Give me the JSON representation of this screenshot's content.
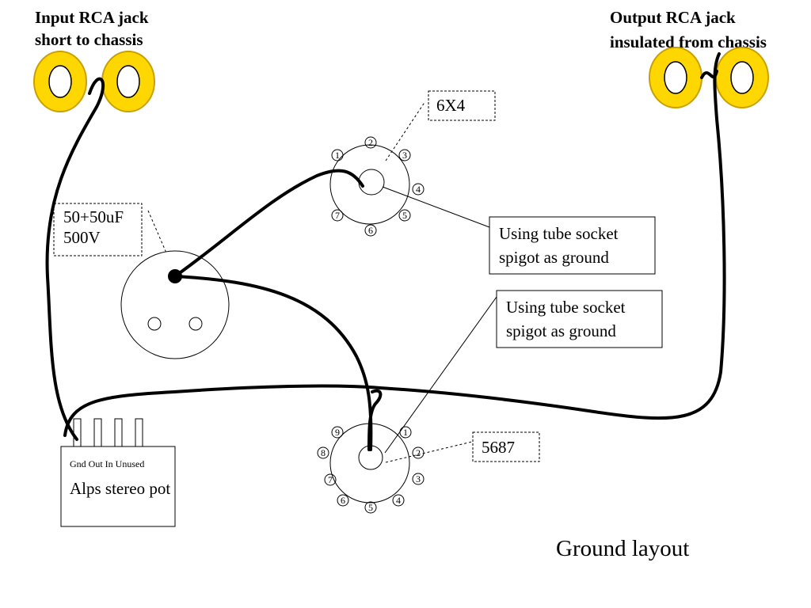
{
  "input_jack": {
    "line1": "Input RCA jack",
    "line2": "short to chassis"
  },
  "output_jack": {
    "line1": "Output RCA jack",
    "line2": "insulated from chassis"
  },
  "tube_6x4": {
    "label": "6X4",
    "pins": [
      "1",
      "2",
      "3",
      "4",
      "5",
      "6",
      "7"
    ],
    "note_line1": "Using tube socket",
    "note_line2": "spigot as ground"
  },
  "capacitor": {
    "line1": "50+50uF",
    "line2": "500V"
  },
  "tube_5687": {
    "label": "5687",
    "pins": [
      "1",
      "2",
      "3",
      "4",
      "5",
      "6",
      "7",
      "8",
      "9"
    ],
    "note_line1": "Using tube socket",
    "note_line2": "spigot as ground"
  },
  "pot": {
    "pins_caption": "Gnd Out In Unused",
    "name": "Alps stereo pot"
  },
  "title": "Ground layout",
  "colors": {
    "jack_fill": "#FFD700",
    "jack_stroke": "#C8A000",
    "wire": "#000000"
  }
}
